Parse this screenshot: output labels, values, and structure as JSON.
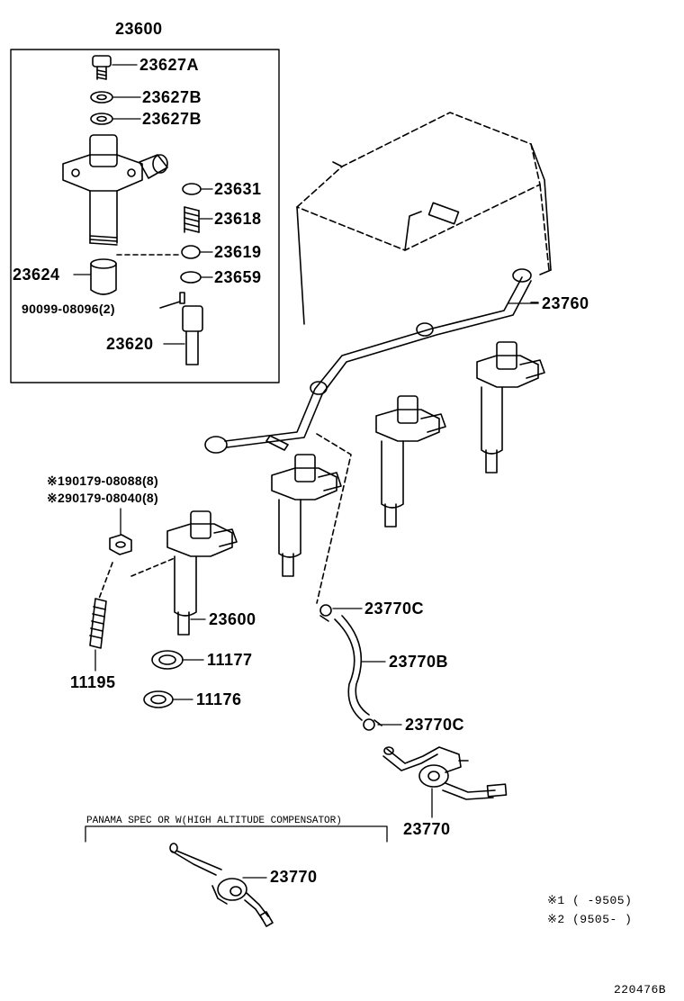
{
  "callouts": {
    "assembly_title": "23600",
    "bolt_top": "23627A",
    "washer_1": "23627B",
    "washer_2": "23627B",
    "seat": "23631",
    "spring": "23618",
    "spacer": "23619",
    "retainer": "23659",
    "nozzle_body": "23624",
    "pin": "90099-08096(2)",
    "nozzle": "23620",
    "leak_pipe": "23760",
    "nut_ref1": "※190179-08088(8)",
    "nut_ref2": "※290179-08040(8)",
    "injector_front": "23600",
    "gasket_1": "11177",
    "gasket_2": "11176",
    "stud": "11195",
    "clamp_upper": "23770C",
    "hose": "23770B",
    "clamp_lower": "23770C",
    "valve": "23770",
    "spec_note": "PANAMA SPEC OR W(HIGH ALTITUDE COMPENSATOR)",
    "valve_spec": "23770",
    "footnote_1": "※1 (     -9505)",
    "footnote_2": "※2 (9505-     )",
    "diagram_id": "220476B"
  }
}
